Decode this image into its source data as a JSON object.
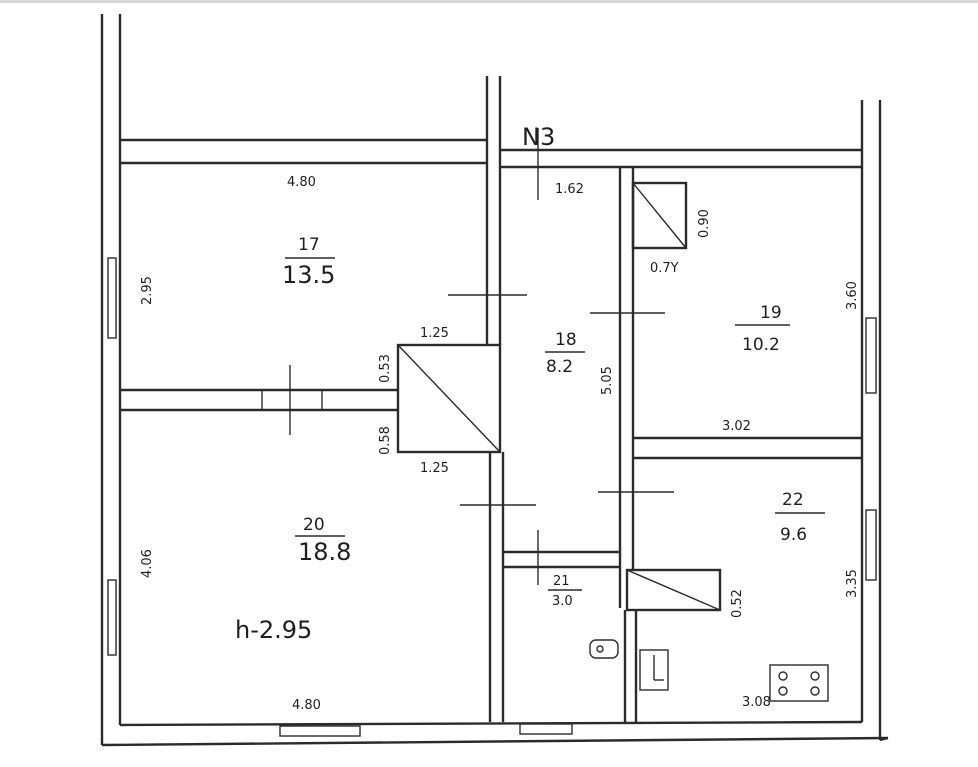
{
  "plan_label": "N3",
  "ceiling_height": "h-2.95",
  "rooms": [
    {
      "id": "17",
      "number": "17",
      "area": "13.5"
    },
    {
      "id": "18",
      "number": "18",
      "area": "8.2"
    },
    {
      "id": "19",
      "number": "19",
      "area": "10.2"
    },
    {
      "id": "20",
      "number": "20",
      "area": "18.8"
    },
    {
      "id": "21",
      "number": "21",
      "area": "3.0"
    },
    {
      "id": "22",
      "number": "22",
      "area": "9.6"
    }
  ],
  "dimensions": {
    "r17_width": "4.80",
    "r17_depth": "2.95",
    "r18_width": "1.62",
    "r18_length": "5.05",
    "r19_depth": "3.60",
    "r19_width": "3.02",
    "r20_width": "4.80",
    "r20_depth": "4.06",
    "r22_depth": "3.35",
    "r22_width": "3.08",
    "shaft_top": "1.25",
    "shaft_bottom": "1.25",
    "shaft_side_top": "0.53",
    "shaft_side_bottom": "0.58",
    "vent19_w": "0.7Y",
    "vent19_h": "0.90",
    "vent22_h": "0.52"
  },
  "colors": {
    "line": "#2b2b2b",
    "text": "#1e1e1e",
    "background": "#ffffff"
  }
}
